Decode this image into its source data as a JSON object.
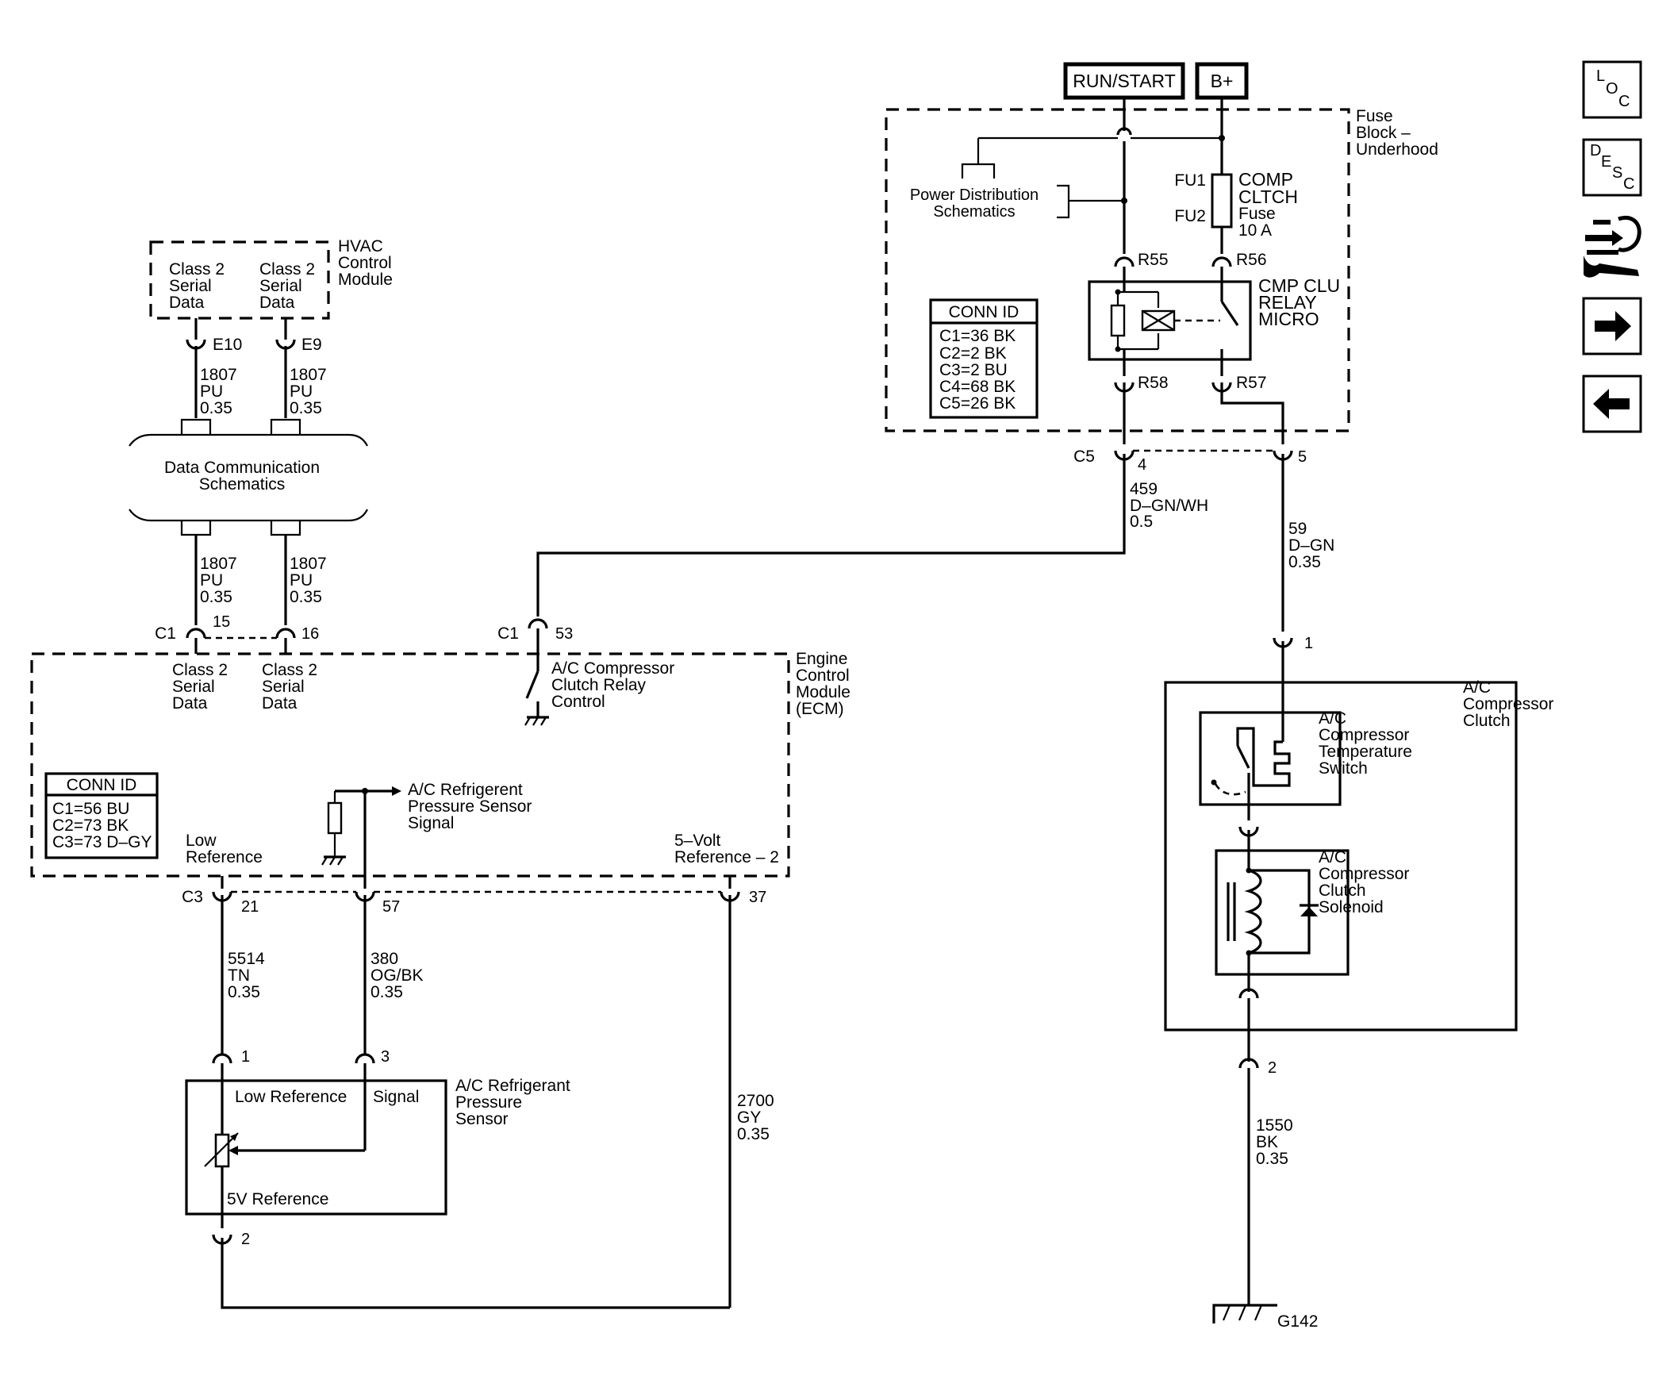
{
  "power": {
    "run_start": "RUN/START",
    "b_plus": "B+"
  },
  "fuse_block": {
    "title": [
      "Fuse",
      "Block –",
      "Underhood"
    ],
    "power_distribution": [
      "Power Distribution",
      "Schematics"
    ],
    "fu1": "FU1",
    "fu2": "FU2",
    "fuse_name": [
      "COMP",
      "CLTCH",
      "Fuse",
      "10 A"
    ],
    "r55": "R55",
    "r56": "R56",
    "r57": "R57",
    "r58": "R58",
    "relay_name": [
      "CMP CLU",
      "RELAY",
      "MICRO"
    ],
    "conn_id_title": "CONN ID",
    "conn_id": [
      "C1=36 BK",
      "C2=2 BK",
      "C3=2 BU",
      "C4=68 BK",
      "C5=26 BK"
    ],
    "c5": "C5",
    "pin4": "4",
    "pin5": "5"
  },
  "hvac": {
    "title": [
      "HVAC",
      "Control",
      "Module"
    ],
    "class2_left": [
      "Class 2",
      "Serial",
      "Data"
    ],
    "class2_right": [
      "Class 2",
      "Serial",
      "Data"
    ],
    "e10": "E10",
    "e9": "E9",
    "wire": [
      "1807",
      "PU",
      "0.35"
    ]
  },
  "data_comm": [
    "Data Communication",
    "Schematics"
  ],
  "ecm": {
    "title": [
      "Engine",
      "Control",
      "Module",
      "(ECM)"
    ],
    "c1": "C1",
    "c1b": "C1",
    "pin15": "15",
    "pin16": "16",
    "pin53": "53",
    "class2_left": [
      "Class 2",
      "Serial",
      "Data"
    ],
    "class2_right": [
      "Class 2",
      "Serial",
      "Data"
    ],
    "relay_control": [
      "A/C Compressor",
      "Clutch Relay",
      "Control"
    ],
    "refrig_signal": [
      "A/C Refrigerent",
      "Pressure Sensor",
      "Signal"
    ],
    "low_reference": [
      "Low",
      "Reference"
    ],
    "five_volt": [
      "5–Volt",
      "Reference – 2"
    ],
    "conn_id_title": "CONN ID",
    "conn_id": [
      "C1=56 BU",
      "C2=73 BK",
      "C3=73 D–GY"
    ],
    "c3": "C3",
    "pin21": "21",
    "pin57": "57",
    "pin37": "37"
  },
  "wires": {
    "w459": [
      "459",
      "D–GN/WH",
      "0.5"
    ],
    "w59": [
      "59",
      "D–GN",
      "0.35"
    ],
    "w5514": [
      "5514",
      "TN",
      "0.35"
    ],
    "w380": [
      "380",
      "OG/BK",
      "0.35"
    ],
    "w2700": [
      "2700",
      "GY",
      "0.35"
    ],
    "w1550": [
      "1550",
      "BK",
      "0.35"
    ]
  },
  "sensor": {
    "title": [
      "A/C Refrigerant",
      "Pressure",
      "Sensor"
    ],
    "low_reference": "Low Reference",
    "signal": "Signal",
    "five_v": "5V Reference",
    "pin1": "1",
    "pin2": "2",
    "pin3": "3"
  },
  "clutch": {
    "title": [
      "A/C",
      "Compressor",
      "Clutch"
    ],
    "temp_switch": [
      "A/C",
      "Compressor",
      "Temperature",
      "Switch"
    ],
    "solenoid": [
      "A/C",
      "Compressor",
      "Clutch",
      "Solenoid"
    ],
    "pin1": "1",
    "pin2": "2"
  },
  "ground": "G142",
  "nav": {
    "loc": [
      "L",
      "O",
      "C"
    ],
    "desc": [
      "D",
      "E",
      "S",
      "C"
    ]
  },
  "icons": [
    "loc-icon",
    "desc-icon",
    "connector-wrench-icon",
    "arrow-right-icon",
    "arrow-left-icon"
  ]
}
